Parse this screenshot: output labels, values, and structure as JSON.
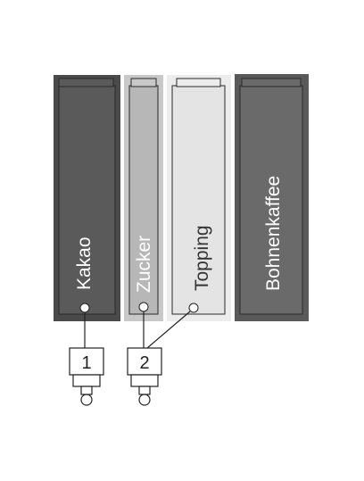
{
  "containers": [
    {
      "id": "kakao",
      "label": "Kakao",
      "outer": "#4a4a4a",
      "inner": "#5a5a5a",
      "text_color": "#ffffff"
    },
    {
      "id": "zucker",
      "label": "Zucker",
      "outer": "#c8c8c8",
      "inner": "#b7b7b7",
      "text_color": "#ffffff"
    },
    {
      "id": "topping",
      "label": "Topping",
      "outer": "#ececec",
      "inner": "#e4e4e4",
      "text_color": "#333333"
    },
    {
      "id": "bohnenkaffee",
      "label": "Bohnenkaffee",
      "outer": "#595959",
      "inner": "#6a6a6a",
      "text_color": "#ffffff"
    }
  ],
  "mixers": [
    {
      "id": "mixer-1",
      "label": "1"
    },
    {
      "id": "mixer-2",
      "label": "2"
    }
  ]
}
